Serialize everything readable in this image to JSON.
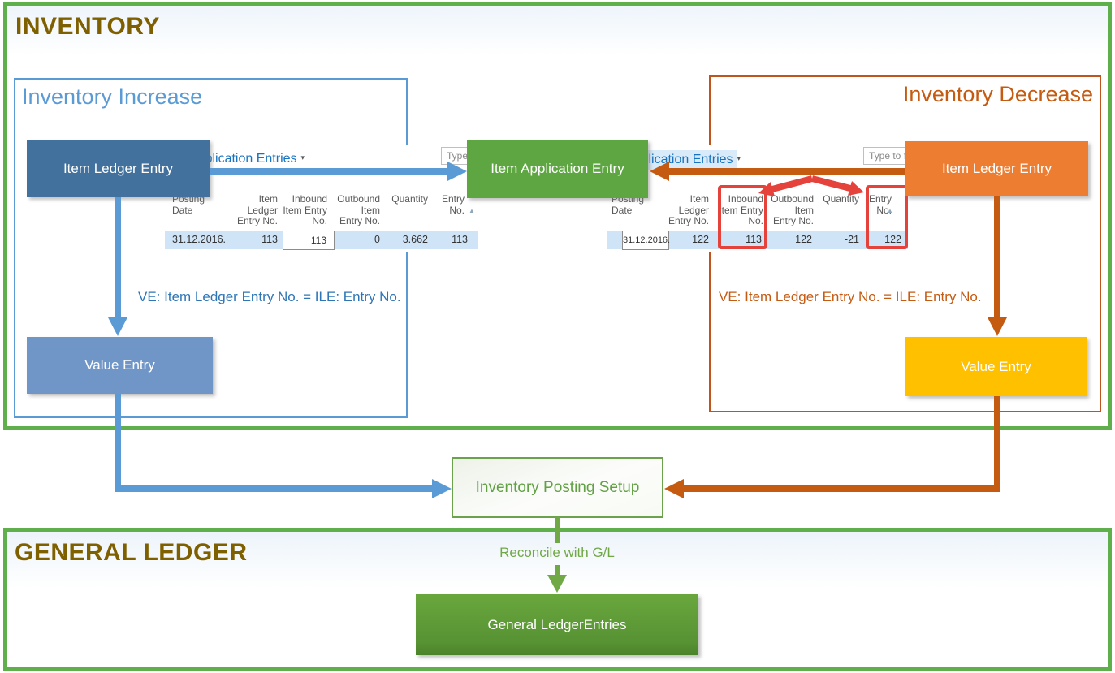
{
  "inventory_section": {
    "title": "INVENTORY"
  },
  "general_ledger_section": {
    "title": "GENERAL LEDGER"
  },
  "increase_group": {
    "title": "Inventory Increase"
  },
  "decrease_group": {
    "title": "Inventory Decrease"
  },
  "boxes": {
    "item_ledger_entry_increase": {
      "label": "Item Ledger Entry",
      "color": "#41719C"
    },
    "item_application_entry": {
      "label": "Item Application Entry",
      "color": "#5EA642"
    },
    "item_ledger_entry_decrease": {
      "label": "Item Ledger Entry",
      "color": "#ED7D31"
    },
    "value_entry_increase": {
      "label": "Value Entry",
      "color": "#7095C7"
    },
    "value_entry_decrease": {
      "label": "Value Entry",
      "color": "#FFC000"
    },
    "inventory_posting_setup": {
      "label": "Inventory Posting Setup",
      "color": "#6CA34C"
    },
    "general_ledger_entries": {
      "label": "General LedgerEntries",
      "color": "#579233"
    }
  },
  "annotations": {
    "ve_join_increase": "VE: Item Ledger Entry No. = ILE: Entry No.",
    "ve_join_decrease": "VE: Item Ledger Entry No. = ILE: Entry No.",
    "reconcile": "Reconcile with G/L"
  },
  "tables": {
    "increase": {
      "page_title": "Application Entries",
      "dropdown_icon": "▾",
      "search_text": "Type to fi",
      "sort_icon": "▲",
      "columns": {
        "posting_date": "Posting\nDate",
        "item_ledger_entry_no": "Item\nLedger\nEntry No.",
        "inbound_item_entry_no": "Inbound\nItem Entry\nNo.",
        "outbound_item_entry_no": "Outbound\nItem\nEntry No.",
        "quantity": "Quantity",
        "entry_no": "Entry\nNo."
      },
      "row": {
        "posting_date": "31.12.2016.",
        "item_ledger_entry_no": "113",
        "inbound_item_entry_no": "113",
        "outbound_item_entry_no": "0",
        "quantity": "3.662",
        "entry_no": "113"
      }
    },
    "decrease": {
      "page_title": "Application Entries",
      "dropdown_icon": "▾",
      "search_text": "Type to fi",
      "sort_icon": "▲",
      "columns": {
        "posting_date": "Posting\nDate",
        "item_ledger_entry_no": "Item\nLedger\nEntry No.",
        "inbound_item_entry_no": "Inbound\nItem Entry\nNo.",
        "outbound_item_entry_no": "Outbound\nItem\nEntry No.",
        "quantity": "Quantity",
        "entry_no": "Entry\nNo."
      },
      "row": {
        "posting_date": "31.12.2016.",
        "item_ledger_entry_no": "122",
        "inbound_item_entry_no": "113",
        "outbound_item_entry_no": "122",
        "quantity": "-21",
        "entry_no": "122"
      }
    }
  },
  "colors": {
    "section_border": "#5FB04C",
    "section_title": "#7F6000",
    "increase_accent": "#5B9BD5",
    "decrease_accent": "#C55A11",
    "note_blue": "#2E75B6",
    "green_arrow": "#70A845",
    "red_highlight": "#E5423B",
    "nav_title_blue": "#1673C1",
    "row_highlight": "#CFE4F7"
  }
}
